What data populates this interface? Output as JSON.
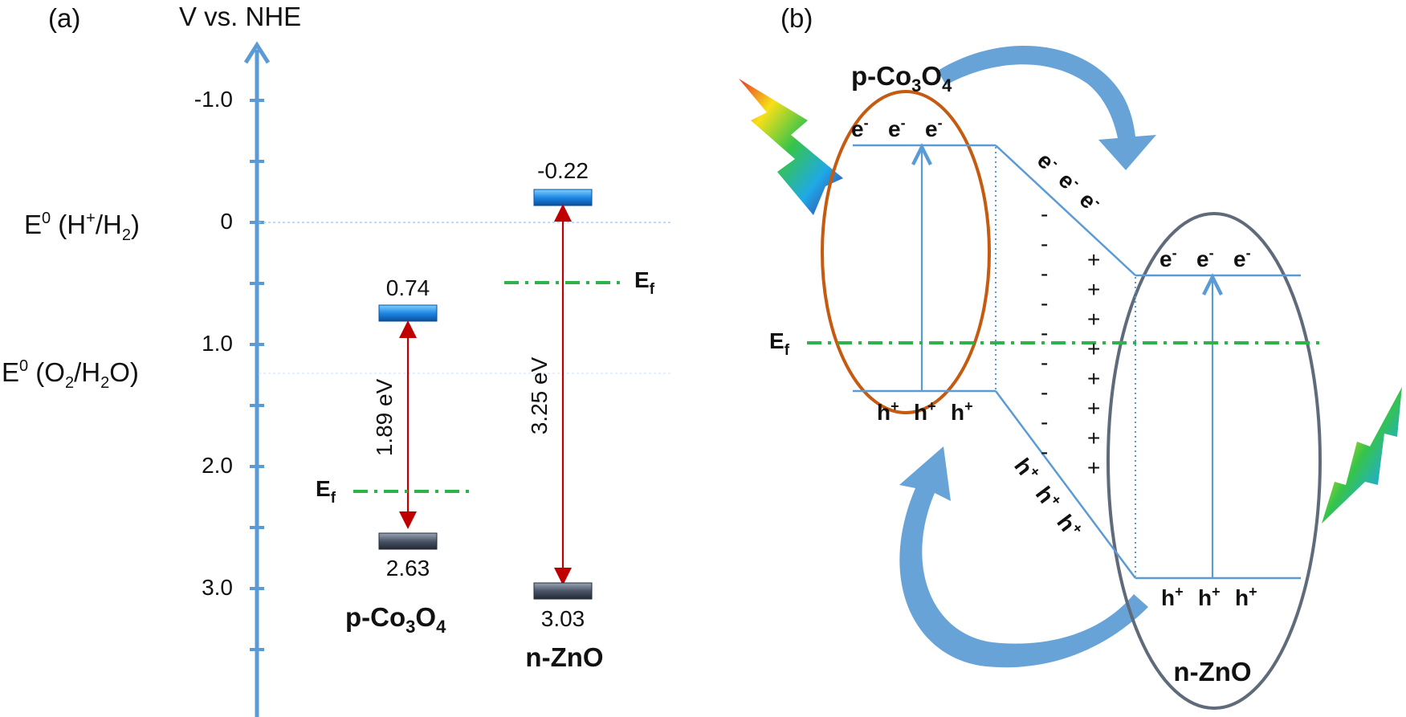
{
  "panel_a": {
    "label": "(a)",
    "axis_title": "V vs. NHE",
    "ticks": [
      "-1.0",
      "0",
      "1.0",
      "2.0",
      "3.0"
    ],
    "ref_h2": {
      "base": "E",
      "sup": "0",
      "rest": " (H",
      "sup2": "+",
      "rest2": "/H",
      "sub": "2",
      "close": ")",
      "potential": 0
    },
    "ref_o2": {
      "base": "E",
      "sup": "0",
      "rest": " (O",
      "sub": "2",
      "rest2": "/H",
      "sub2": "2",
      "close": "O)",
      "potential": 1.23
    },
    "co3o4": {
      "name_main": "p-Co",
      "name_sub1": "3",
      "name_o": "O",
      "name_sub2": "4",
      "cb": 0.74,
      "cb_label": "0.74",
      "vb": 2.63,
      "vb_label": "2.63",
      "gap_label": "1.89 eV",
      "ef": 2.2
    },
    "zno": {
      "name": "n-ZnO",
      "cb": -0.22,
      "cb_label": "-0.22",
      "vb": 3.03,
      "vb_label": "3.03",
      "gap_label": "3.25 eV",
      "ef": 0.5
    },
    "ef_label": {
      "base": "E",
      "sub": "f"
    }
  },
  "panel_b": {
    "label": "(b)",
    "co3o4": {
      "name_main": "p-Co",
      "name_sub1": "3",
      "name_o": "O",
      "name_sub2": "4"
    },
    "zno": {
      "name": "n-ZnO"
    },
    "electrons_row": {
      "e": "e",
      "sup": "-"
    },
    "holes_row": {
      "h": "h",
      "sup": "+"
    },
    "ef_label": {
      "base": "E",
      "sub": "f"
    },
    "minus": "-",
    "plus": "+"
  },
  "colors": {
    "axis": "#5b9bd5",
    "cb_bar": "#1e88e5",
    "vb_bar": "#4a5568",
    "gap_arrow": "#c00000",
    "fermi": "#2db34a",
    "co3o4_ellipse": "#c55a11",
    "zno_ellipse": "#5f6b7a",
    "band_line": "#5b9bd5"
  }
}
